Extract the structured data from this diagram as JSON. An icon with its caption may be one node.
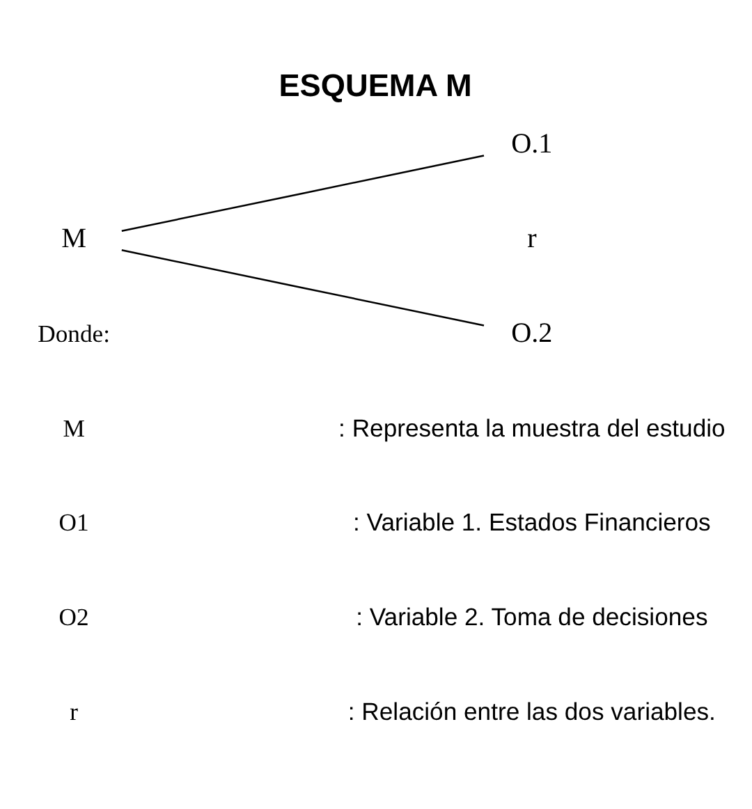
{
  "diagram": {
    "title": "ESQUEMA M",
    "nodes": [
      {
        "text": [
          "M"
        ]
      },
      {
        "text": [
          "O.1"
        ]
      },
      {
        "text": [
          "O.2"
        ]
      }
    ],
    "edges": [
      {
        "from": 0,
        "to": 1,
        "arrow": "none"
      },
      {
        "from": 0,
        "to": 2,
        "arrow": "none"
      }
    ],
    "labels": [
      "r",
      "Donde:",
      "M",
      ": Representa la muestra del estudio",
      "O1",
      ": Variable 1. Estados Financieros",
      "O2",
      ": Variable 2. Toma de decisiones",
      "r",
      ": Relación entre las dos variables."
    ]
  }
}
